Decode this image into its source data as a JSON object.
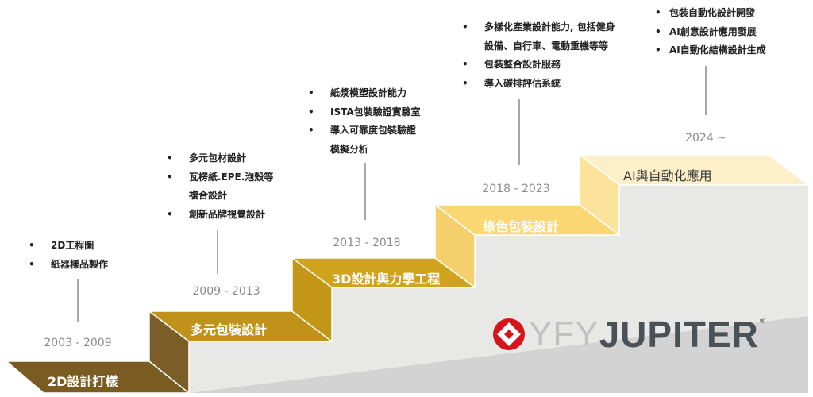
{
  "steps": [
    {
      "label": "2D設計打樣",
      "period": "2003 - 2009",
      "items": [
        "2D工程圖",
        "紙器樣品製作"
      ]
    },
    {
      "label": "多元包裝設計",
      "period": "2009 - 2013",
      "items": [
        "多元包材設計",
        "瓦楞紙.EPE.泡殼等",
        "複合設計",
        "創新品牌視覺設計"
      ]
    },
    {
      "label": "3D設計與力學工程",
      "period": "2013 - 2018",
      "items": [
        "紙漿模塑設計能力",
        "ISTA包裝驗證實驗室",
        "導入可靠度包裝驗證",
        "模擬分析"
      ]
    },
    {
      "label": "綠色包裝設計",
      "period": "2018 - 2023",
      "items": [
        "多樣化產業設計能力, 包括健身",
        "設備、自行車、電動重機等等",
        "包裝整合設計服務",
        "導入碳排評估系統"
      ]
    },
    {
      "label": "AI與自動化應用",
      "period": "2024 ~",
      "items": [
        "包裝自動化設計開發",
        "AI創意設計應用發展",
        "AI自動化結構設計生成"
      ]
    }
  ],
  "bullet": "•",
  "logo": {
    "part1": "YFY",
    "part2": "JUPITER",
    "reg": "®"
  },
  "colors": {
    "step1": "#7a5c22",
    "step2": "#c0921a",
    "step3": "#d2a51c",
    "step4": "#fbd774",
    "step5": "#fdf0c8",
    "gray": "#e8e8e6",
    "logo_red": "#d7141a"
  }
}
